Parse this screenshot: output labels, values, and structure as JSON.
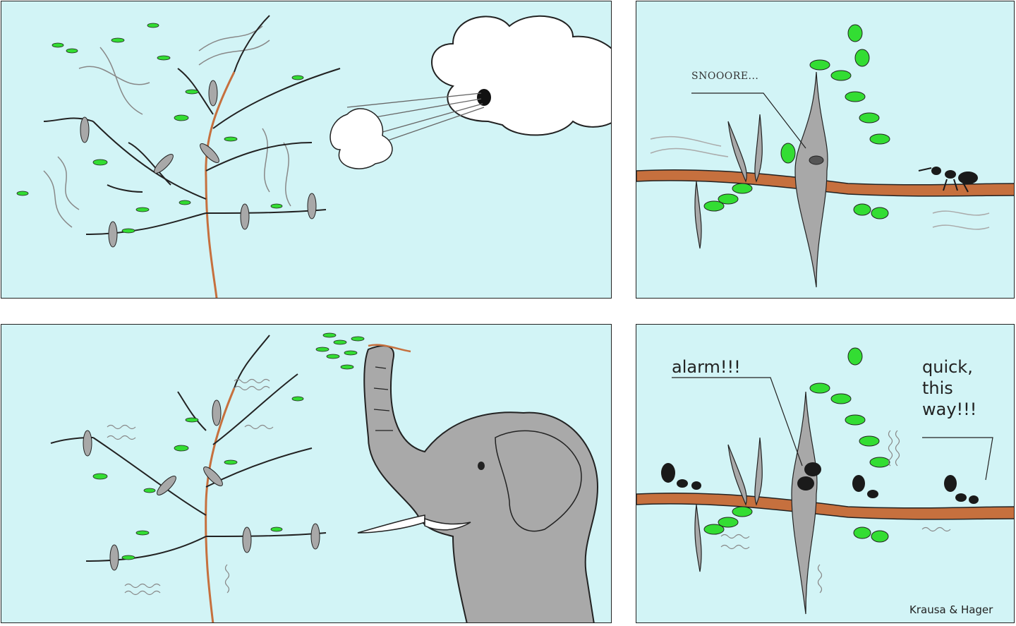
{
  "panels": {
    "p2": {
      "speech": "SNOOORE..."
    },
    "p4": {
      "speech_left": "alarm!!!",
      "speech_right": "quick,\nthis\nway!!!",
      "credit": "Krausa & Hager"
    }
  },
  "colors": {
    "sky": "#d2f4f6",
    "branch": "#c6703e",
    "leaf": "#33dd33",
    "thorn": "#a8a8a8",
    "elephant": "#a9a9a9",
    "ant": "#1a1a1a",
    "cloud": "#ffffff"
  },
  "icons": [
    "cloud-icon",
    "acacia-tree-icon",
    "elephant-icon",
    "ant-icon",
    "thorn-icon",
    "leaf-icon"
  ]
}
